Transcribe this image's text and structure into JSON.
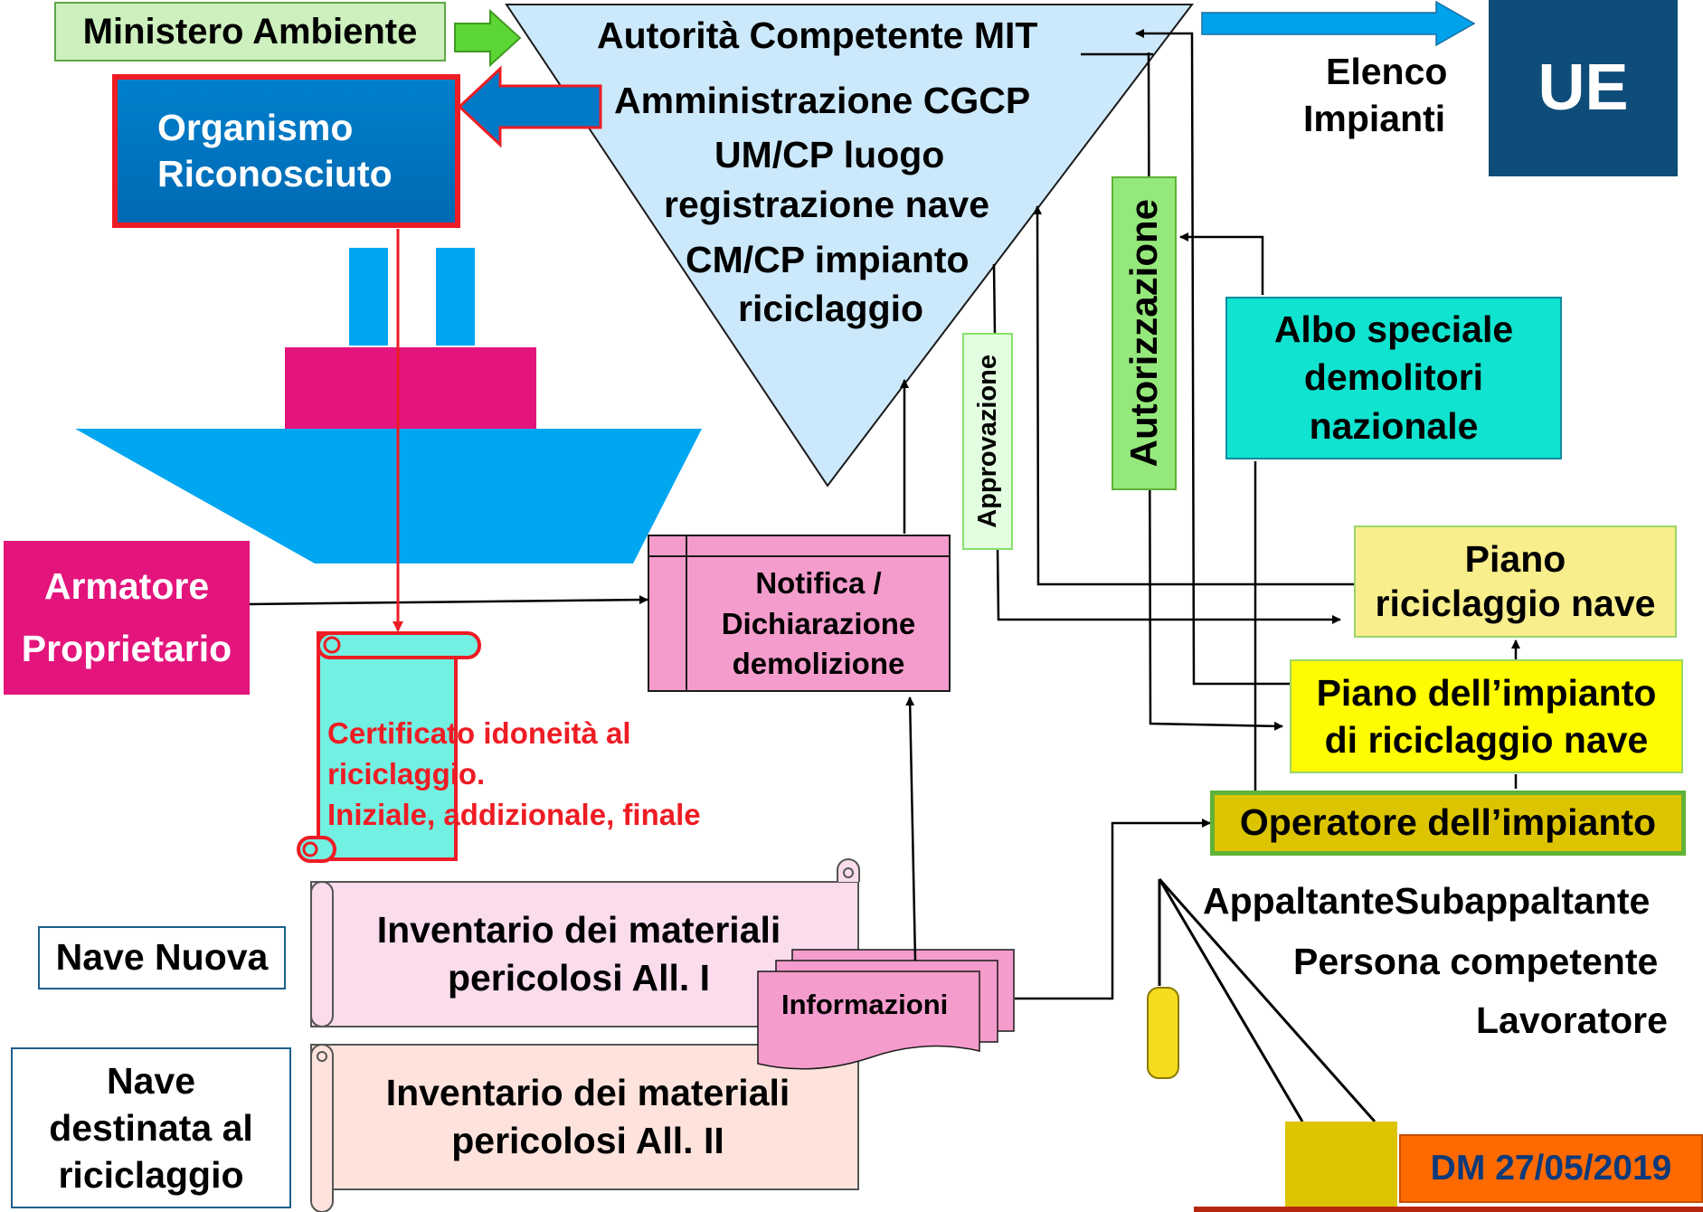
{
  "authority": {
    "ministry": "Ministero Ambiente",
    "mit": "Autorità Competente MIT",
    "cgcp": "Amministrazione CGCP",
    "umcp_1": "UM/CP luogo",
    "umcp_2": "registrazione nave",
    "cmcp_1": "CM/CP impianto",
    "cmcp_2": "riciclaggio"
  },
  "eu": {
    "label": "UE",
    "list_1": "Elenco",
    "list_2": "Impianti"
  },
  "recognized_org": {
    "line_1": "Organismo",
    "line_2": "Riconosciuto"
  },
  "owner": {
    "line_1": "Armatore",
    "line_2": "Proprietario"
  },
  "certificate": {
    "line_1": "Certificato idoneità al",
    "line_2": "riciclaggio.",
    "line_3": "Iniziale, addizionale, finale"
  },
  "notification": {
    "line_1": "Notifica /",
    "line_2": "Dichiarazione",
    "line_3": "demolizione"
  },
  "approval": "Approvazione",
  "authorization": "Autorizzazione",
  "registry": {
    "line_1": "Albo speciale",
    "line_2": "demolitori",
    "line_3": "nazionale"
  },
  "ship_plan": {
    "line_1": "Piano",
    "line_2": "riciclaggio nave"
  },
  "facility_plan": {
    "line_1": "Piano dell’impianto",
    "line_2": "di riciclaggio nave"
  },
  "operator": "Operatore dell’impianto",
  "roles": {
    "contractors": "AppaltanteSubappaltante",
    "competent": "Persona competente",
    "worker": "Lavoratore"
  },
  "new_ship": "Nave Nuova",
  "recycle_ship": {
    "line_1": "Nave",
    "line_2": "destinata al",
    "line_3": "riciclaggio"
  },
  "inventory_1": {
    "line_1": "Inventario dei materiali",
    "line_2": "pericolosi All. I"
  },
  "inventory_2": {
    "line_1": "Inventario dei materiali",
    "line_2": "pericolosi All. II"
  },
  "information": "Informazioni",
  "decree": "DM 27/05/2019",
  "colors": {
    "triangle": "#cce9fb",
    "ue": "#0e4d7a",
    "blue_arrow": "#00a2ec",
    "org": "#0075c2",
    "org_border": "#ee1c24",
    "ship_hull": "#00a6f0",
    "ship_cabin": "#e3157c",
    "owner": "#e3157c",
    "certificate": "#72f0e2",
    "certificate_text": "#ee1c24",
    "notification": "#f49ccc",
    "registry": "#10e3cf",
    "ship_plan": "#f9ee8c",
    "facility_plan": "#fffb02",
    "operator": "#dcc400",
    "operator_border": "#5fb336",
    "authorization": "#95e87b",
    "inventory_1": "#fadcec",
    "inventory_2": "#fde3dc",
    "decree": "#ff6a00",
    "crane": "#dcc400"
  }
}
